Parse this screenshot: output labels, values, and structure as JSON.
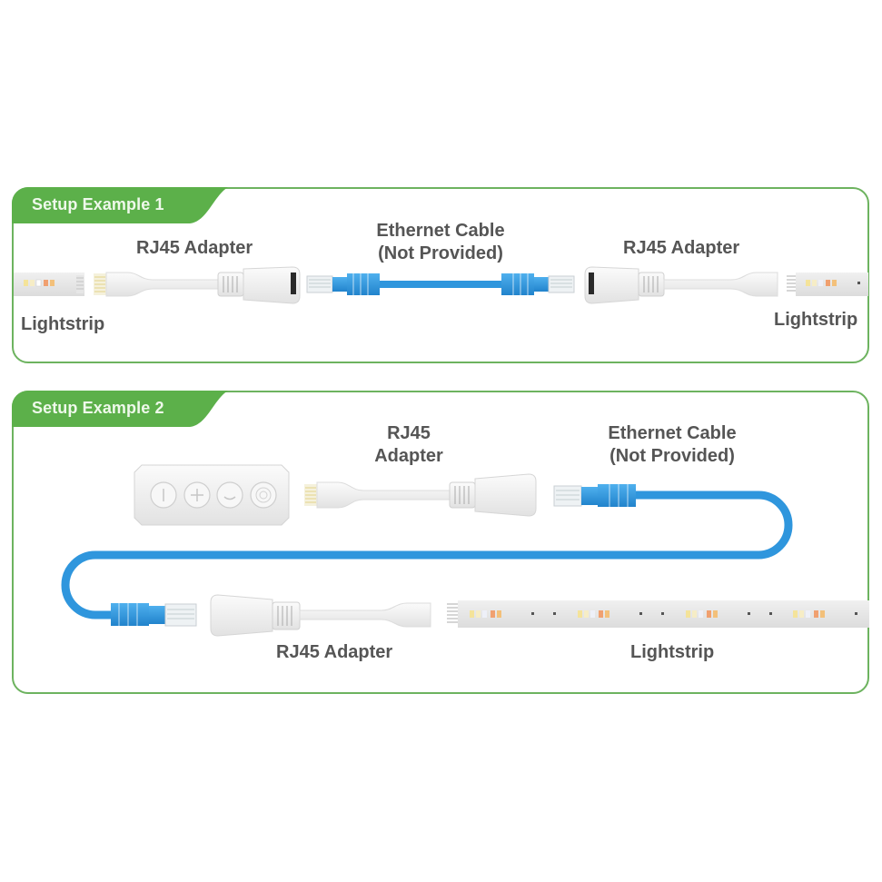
{
  "colors": {
    "accent_green": "#5cb04a",
    "border_green": "#6db35f",
    "cable_blue": "#2f96dd",
    "label_gray": "#555555"
  },
  "setup1": {
    "title": "Setup Example 1",
    "labels": {
      "lightstrip_left": "Lightstrip",
      "adapter_left": "RJ45 Adapter",
      "cable_line1": "Ethernet Cable",
      "cable_line2": "(Not Provided)",
      "adapter_right": "RJ45 Adapter",
      "lightstrip_right": "Lightstrip"
    }
  },
  "setup2": {
    "title": "Setup Example 2",
    "labels": {
      "adapter_top_line1": "RJ45",
      "adapter_top_line2": "Adapter",
      "cable_line1": "Ethernet Cable",
      "cable_line2": "(Not Provided)",
      "adapter_bottom": "RJ45 Adapter",
      "lightstrip": "Lightstrip"
    },
    "controller_buttons": [
      "power-icon",
      "plus-icon",
      "minus-icon",
      "mode-icon"
    ]
  }
}
